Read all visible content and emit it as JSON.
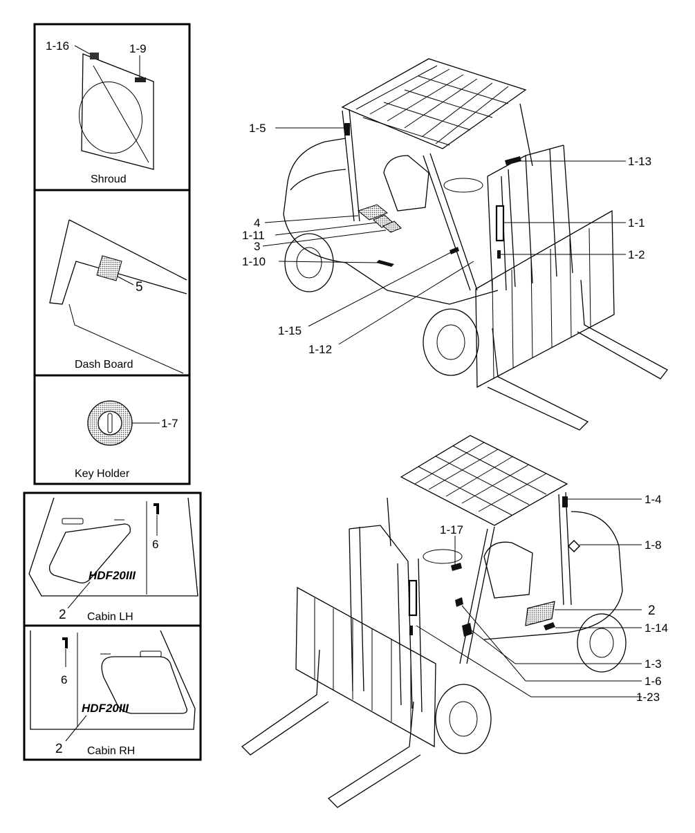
{
  "panels": {
    "shroud": {
      "caption": "Shroud",
      "labels": [
        "1-16",
        "1-9"
      ]
    },
    "dash_board": {
      "caption": "Dash Board",
      "labels": [
        "5"
      ]
    },
    "key_holder": {
      "caption": "Key Holder",
      "labels": [
        "1-7"
      ]
    },
    "cabin_lh": {
      "caption": "Cabin LH",
      "labels": [
        "6",
        "2"
      ],
      "model_badge": "HDF20III"
    },
    "cabin_rh": {
      "caption": "Cabin RH",
      "labels": [
        "6",
        "2"
      ],
      "model_badge": "HDF20III"
    }
  },
  "top_forklift": {
    "labels": [
      "1-5",
      "4",
      "1-11",
      "3",
      "1-10",
      "1-15",
      "1-12",
      "1-13",
      "1-1",
      "1-2"
    ]
  },
  "bottom_forklift": {
    "labels": [
      "1-4",
      "1-17",
      "1-8",
      "2",
      "1-14",
      "1-3",
      "1-6",
      "1-23"
    ]
  }
}
